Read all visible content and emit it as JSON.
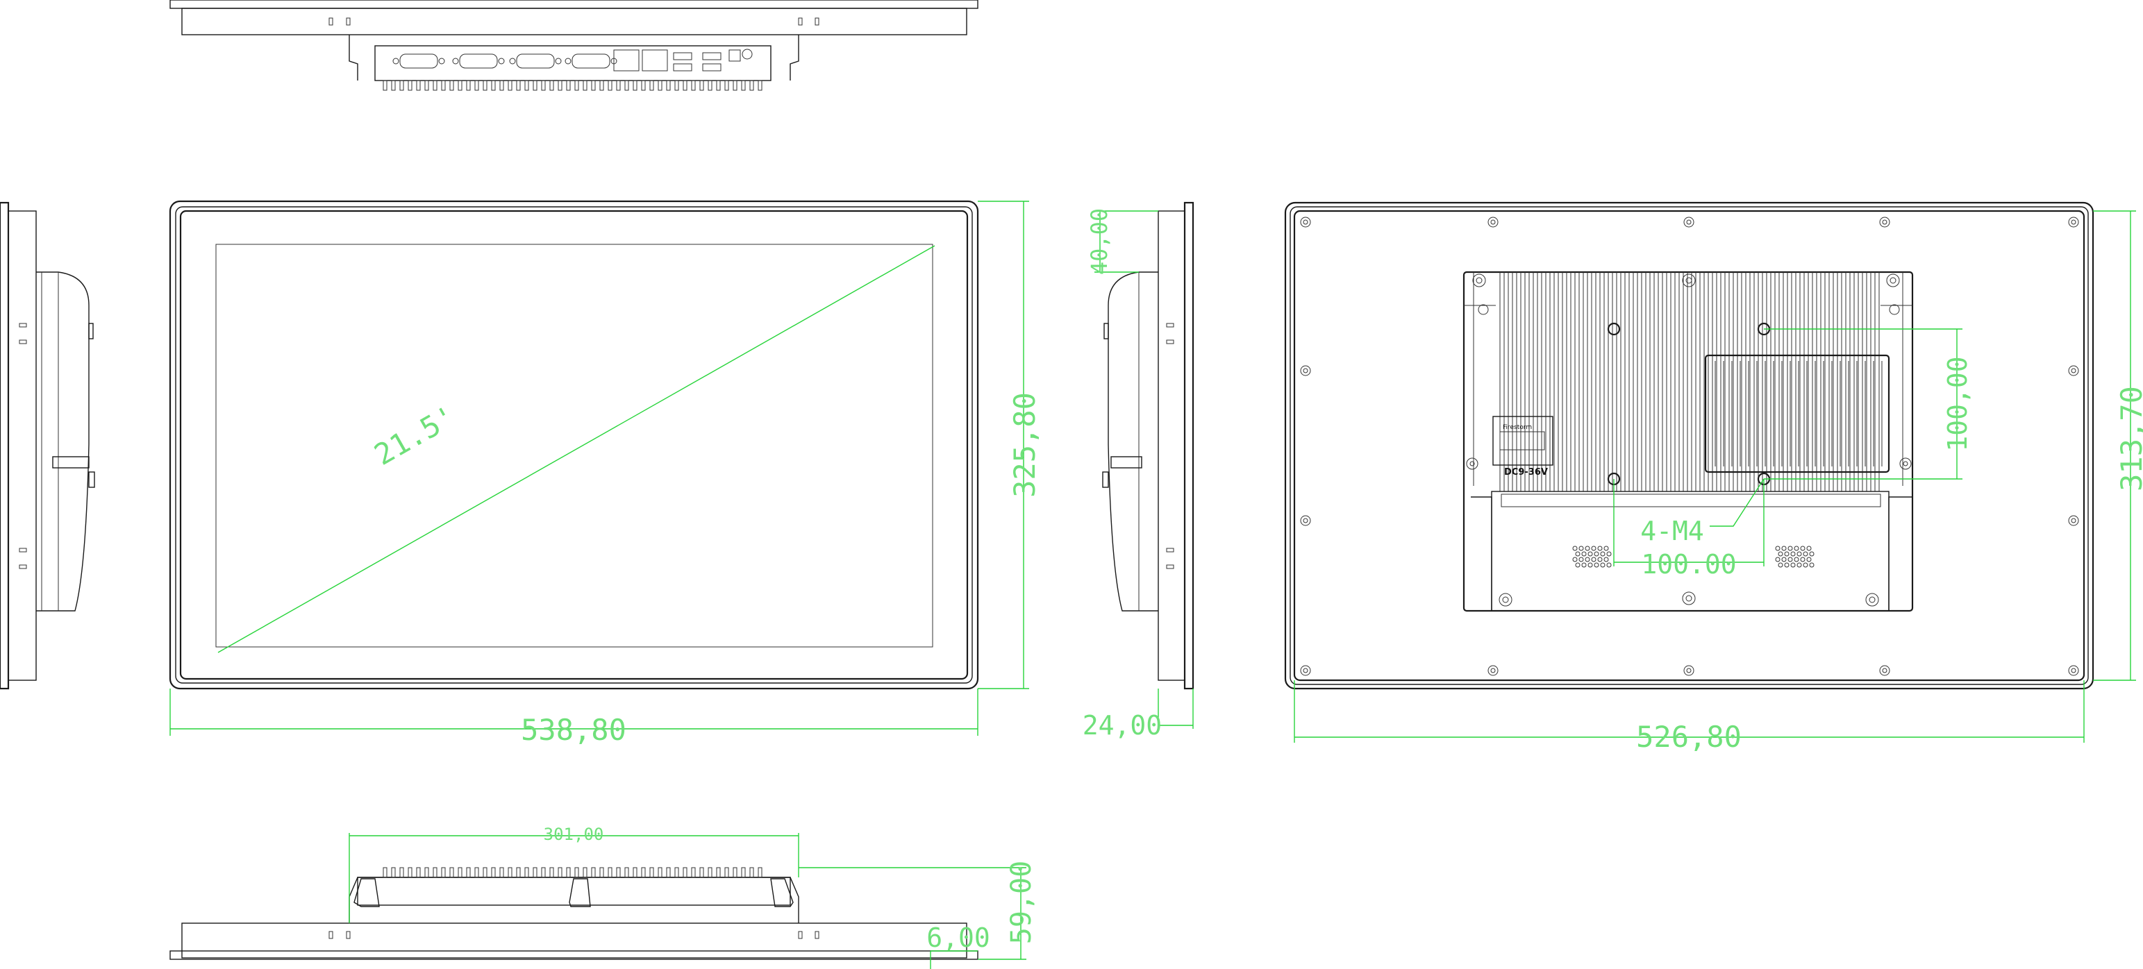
{
  "colors": {
    "outline": "#1a1a1a",
    "dimension": "#27d43a",
    "dimension_text": "#6fe07a",
    "background": "#ffffff"
  },
  "views": {
    "front": {
      "width": "538,80",
      "height": "325,80",
      "diagonal": "21.5'"
    },
    "side": {
      "bezel_offset": "40,00",
      "depth": "24,00"
    },
    "back": {
      "width": "526,80",
      "height": "313,70",
      "vesa_h": "100.00",
      "vesa_v": "100,00",
      "screws": "4-M4"
    },
    "bottom": {
      "housing_width": "301,00",
      "total_depth": "59,00",
      "panel_depth": "6,00"
    },
    "back_label": {
      "brand": "Firestorm",
      "power": "DC9-36V"
    }
  }
}
